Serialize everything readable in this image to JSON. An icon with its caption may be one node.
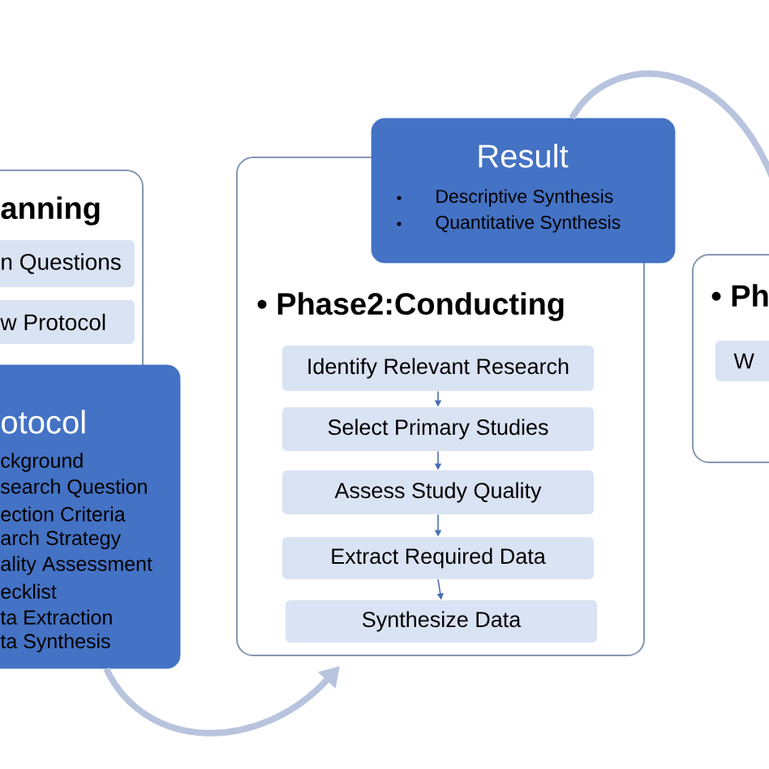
{
  "diagram": {
    "nodes": [
      {
        "text": [
          "anning"
        ]
      },
      {
        "text": [
          "n Questions"
        ],
        "in": 0
      },
      {
        "text": [
          "w Protocol"
        ],
        "in": 0
      },
      {
        "text": [
          "otocol",
          "ckground",
          "search Question",
          "ection Criteria",
          "arch Strategy",
          "ality Assessment",
          "ecklist",
          "ta Extraction",
          "ta Synthesis"
        ]
      },
      {
        "text": [
          "• Phase2:Conducting"
        ]
      },
      {
        "text": [
          "Result",
          "Descriptive Synthesis",
          "Quantitative Synthesis"
        ]
      },
      {
        "text": [
          "Identify Relevant Research"
        ],
        "in": 4
      },
      {
        "text": [
          "Select Primary Studies"
        ],
        "in": 4
      },
      {
        "text": [
          "Assess Study Quality"
        ],
        "in": 4
      },
      {
        "text": [
          "Extract Required Data"
        ],
        "in": 4
      },
      {
        "text": [
          "Synthesize Data"
        ],
        "in": 4
      },
      {
        "text": [
          "• Ph"
        ]
      },
      {
        "text": [
          "W"
        ],
        "in": 11
      }
    ],
    "edges": [
      {
        "from": 6,
        "to": 7,
        "arrow": "to"
      },
      {
        "from": 7,
        "to": 8,
        "arrow": "to"
      },
      {
        "from": 8,
        "to": 9,
        "arrow": "to"
      },
      {
        "from": 9,
        "to": 10,
        "arrow": "to"
      },
      {
        "from": 3,
        "to": 4,
        "arrow": "to",
        "style": "thick",
        "color": "#b8c4de"
      },
      {
        "from": 5,
        "to": 11,
        "arrow": "none",
        "style": "thick",
        "color": "#b8c4de"
      }
    ]
  }
}
